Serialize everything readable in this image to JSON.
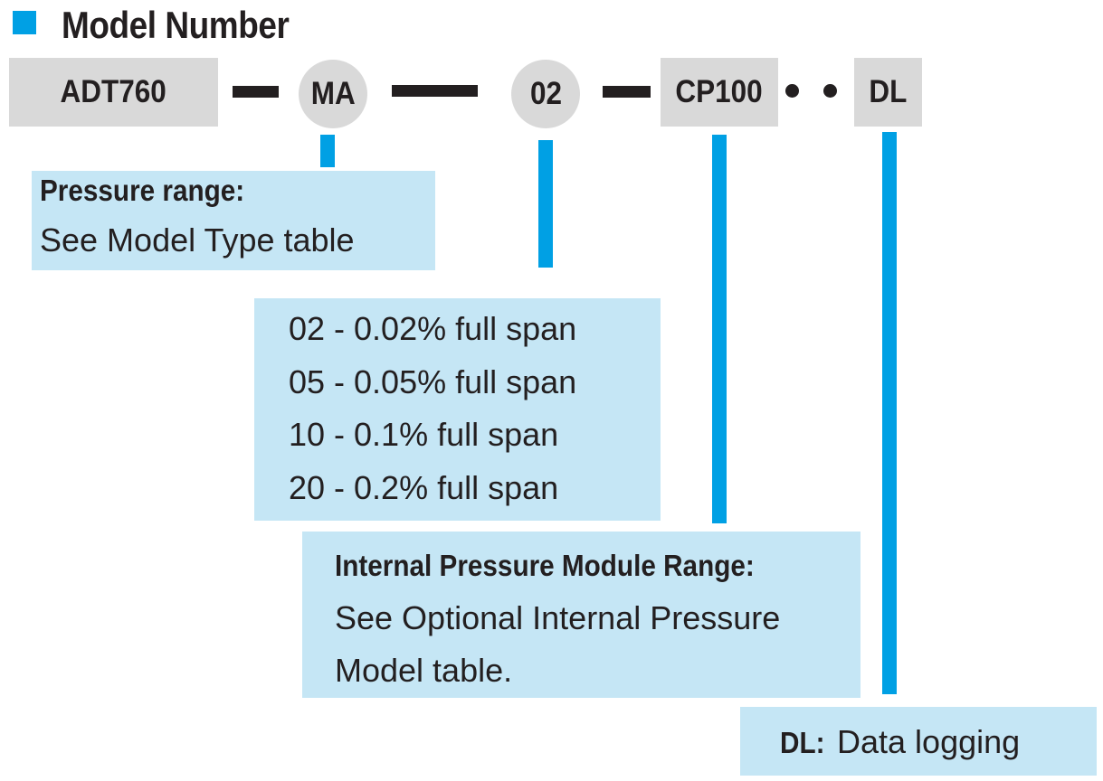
{
  "title": "Model Number",
  "code": {
    "base": "ADT760",
    "pressure": "MA",
    "accuracy": "02",
    "module": "CP100",
    "option": "DL"
  },
  "pressure_box": {
    "heading": "Pressure range:",
    "text": "See Model Type table"
  },
  "accuracy_box": {
    "lines": [
      "02 - 0.02% full span",
      "05 - 0.05% full span",
      "10 - 0.1% full span",
      "20 - 0.2% full span"
    ]
  },
  "module_box": {
    "heading": "Internal Pressure Module Range:",
    "lines": [
      "See Optional Internal Pressure",
      "Model table."
    ]
  },
  "option_box": {
    "label": "DL:",
    "text": "Data logging"
  },
  "colors": {
    "accent": "#00a0e4",
    "box_fill": "#c5e6f5",
    "code_fill": "#d9d9d9",
    "text": "#231f20"
  }
}
